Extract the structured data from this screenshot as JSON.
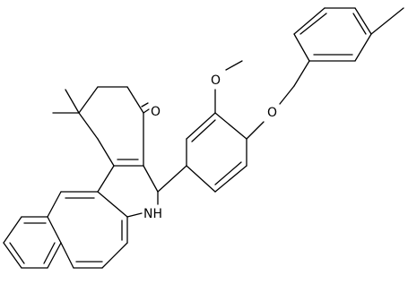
{
  "molecule": {
    "atoms": [
      {
        "id": "O_ketone",
        "label": "O"
      },
      {
        "id": "O_methoxy",
        "label": "O"
      },
      {
        "id": "O_ether",
        "label": "O"
      },
      {
        "id": "N_amine",
        "label": "NH"
      }
    ]
  }
}
